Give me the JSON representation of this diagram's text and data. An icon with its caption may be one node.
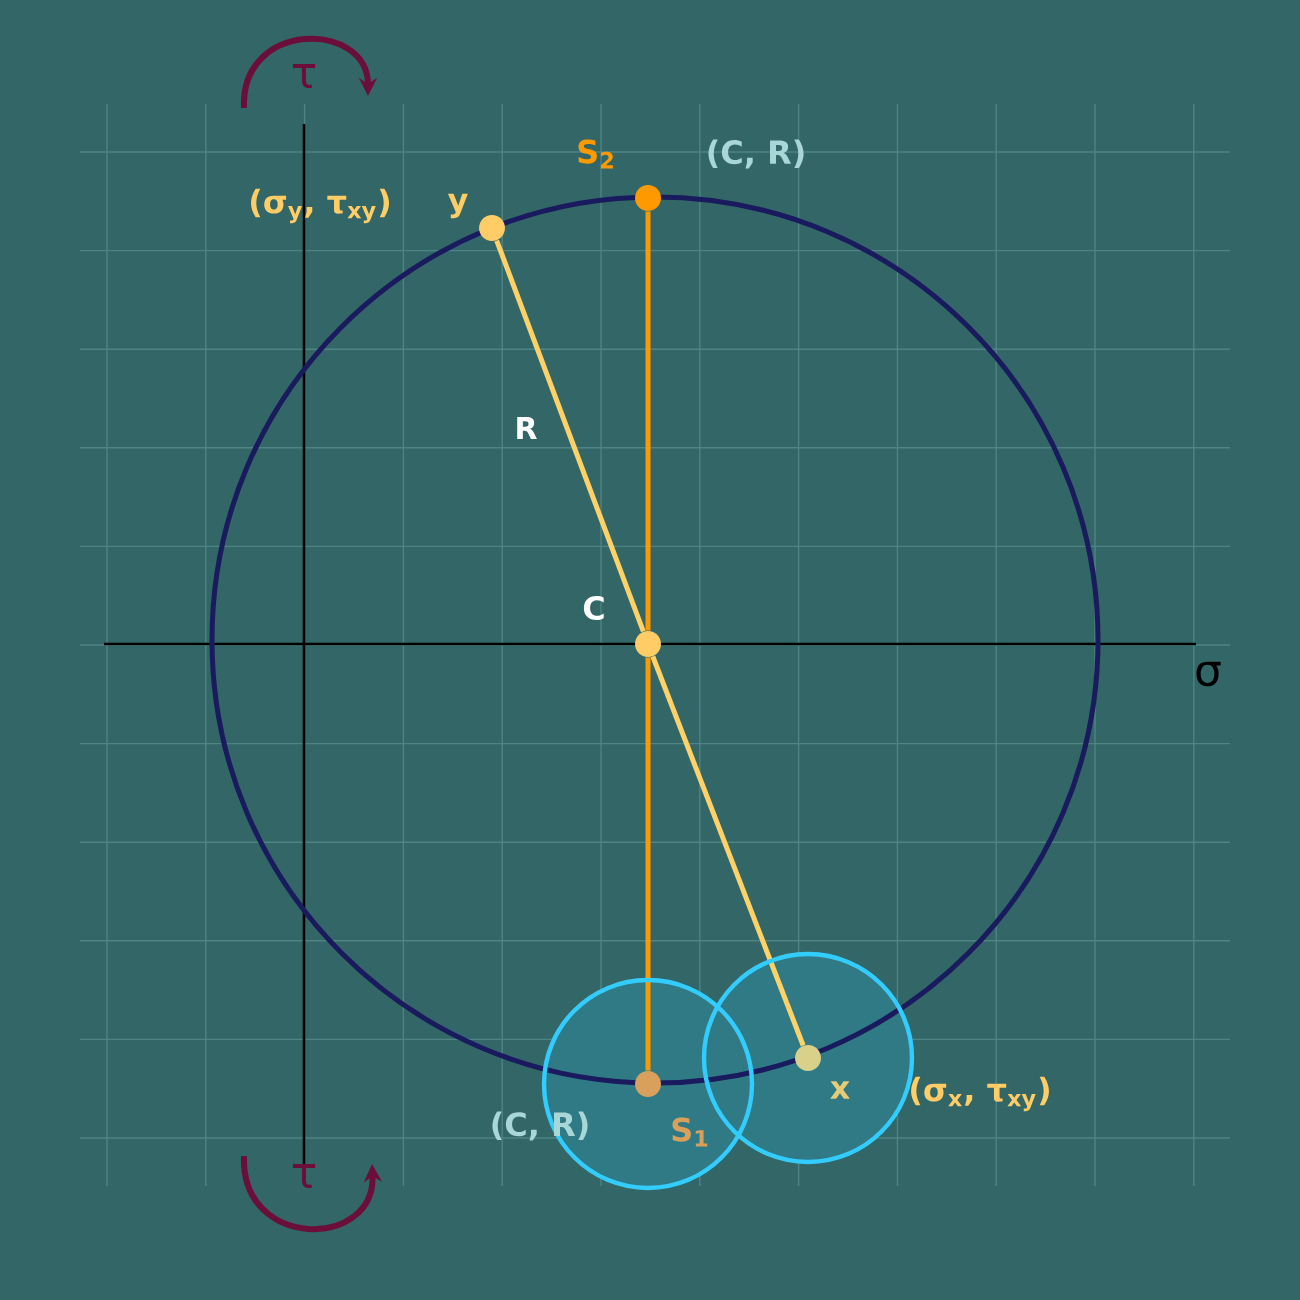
{
  "diagram": {
    "nodes": [
      {
        "text": [],
        "shape": "circle",
        "beside": [
          "(σ$_{y}$, τ$_{xy}$)",
          "y"
        ]
      },
      {
        "text": [],
        "shape": "circle",
        "beside": [
          "S$_{2}$",
          "(C, R)"
        ]
      },
      {
        "text": [],
        "shape": "circle",
        "beside": [
          "C"
        ]
      },
      {
        "text": [],
        "shape": "circle",
        "beside": [
          "(C, R)",
          "S$_{1}$"
        ]
      },
      {
        "text": [],
        "shape": "circle",
        "beside": [
          "x",
          "(σ$_{x}$, τ$_{xy}$)"
        ]
      }
    ],
    "edges": [
      {
        "from": 0,
        "to": 2,
        "arrow": "none",
        "label": "R",
        "color": "#ffd166"
      },
      {
        "from": 2,
        "to": 4,
        "arrow": "none",
        "color": "#ffd166"
      },
      {
        "from": 1,
        "to": 2,
        "arrow": "none",
        "color": "#ff9900"
      },
      {
        "from": 2,
        "to": 3,
        "arrow": "none",
        "color": "#ff9900"
      }
    ],
    "labels": [
      "τ",
      "σ",
      "τ"
    ]
  }
}
